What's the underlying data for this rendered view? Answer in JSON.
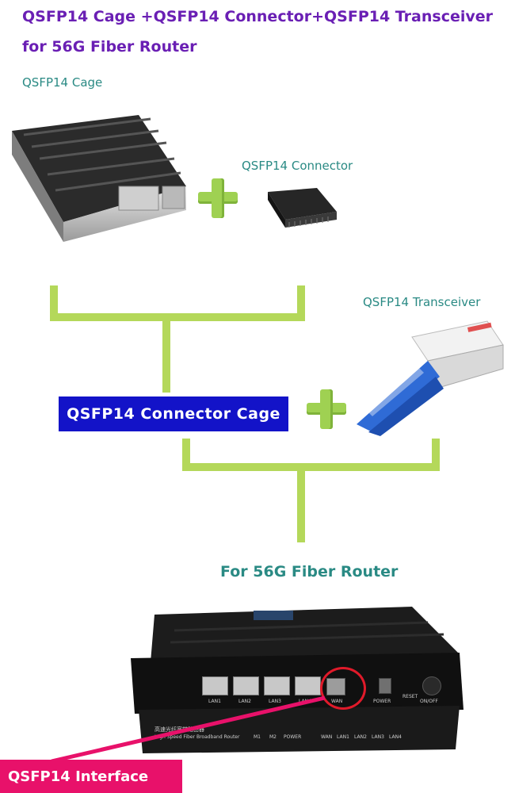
{
  "header": {
    "line1": "QSFP14 Cage +QSFP14 Connector+QSFP14 Transceiver",
    "line2": "for 56G Fiber Router"
  },
  "labels": {
    "cage": "QSFP14 Cage",
    "connector": "QSFP14 Connector",
    "transceiver": "QSFP14 Transceiver",
    "connector_cage": "QSFP14 Connector Cage",
    "router": "For 56G Fiber Router",
    "interface": "QSFP14 Interface"
  },
  "router": {
    "front_ports": [
      "LAN1",
      "LAN2",
      "LAN3",
      "LAN4",
      "WAN",
      "POWER",
      "RESET",
      "ON/OFF"
    ],
    "panel_text": "高速光纤宽带路由器",
    "panel_subtitle": "High Speed Fiber Broadband Router",
    "leds": [
      "M1",
      "M2",
      "POWER",
      "WAN",
      "LAN1",
      "LAN2",
      "LAN3",
      "LAN4"
    ]
  },
  "colors": {
    "title": "#6a1fb4",
    "teal": "#2a8a84",
    "connector_bar": "#b4d85a",
    "plus": "#9fd152",
    "blue_box": "#1313c8",
    "pink": "#e8116a"
  },
  "icons": [
    "plus-icon",
    "plus-icon"
  ]
}
